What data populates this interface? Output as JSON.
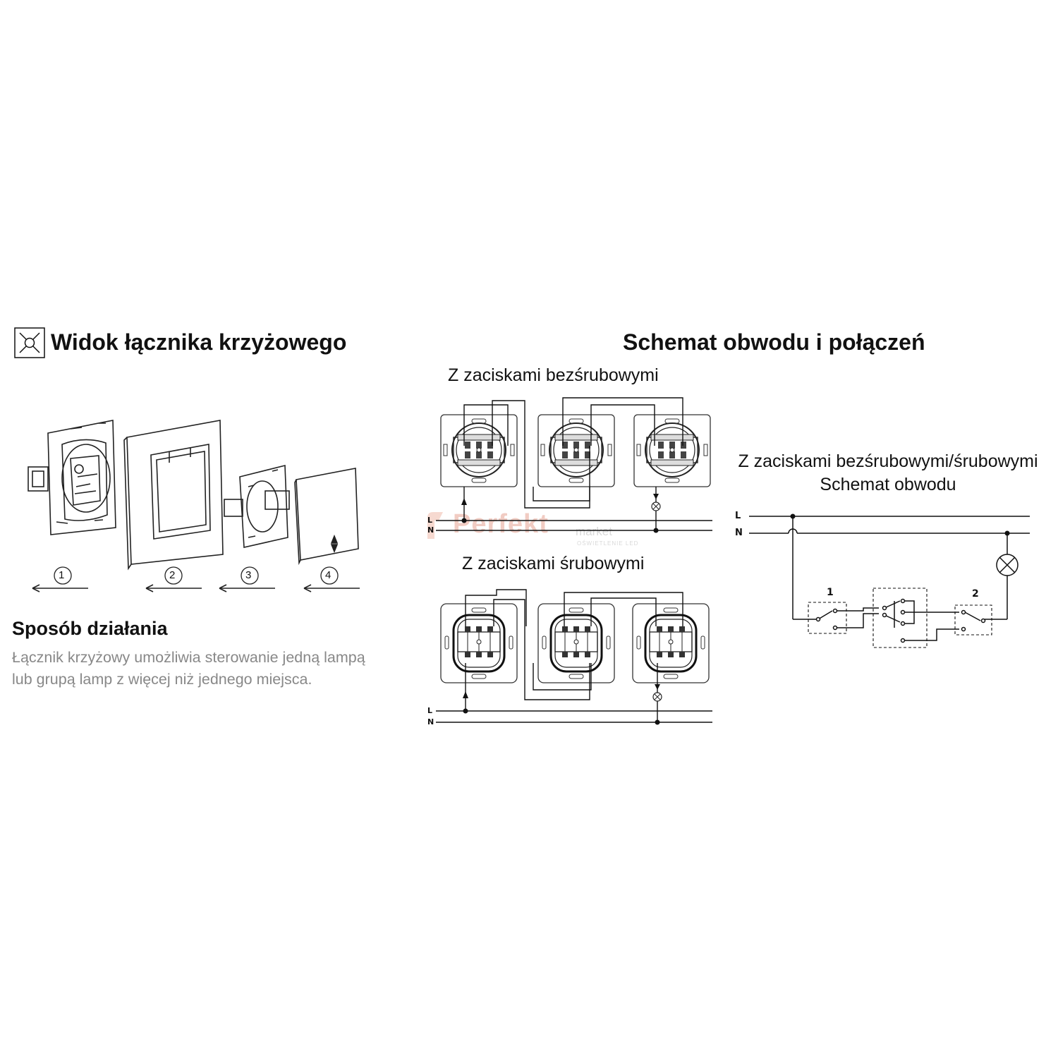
{
  "left": {
    "heading": "Widok łącznika krzyżowego",
    "icon": "cross-switch-symbol-icon",
    "steps": [
      "1",
      "2",
      "3",
      "4"
    ],
    "section_title": "Sposób działania",
    "description": [
      "Łącznik krzyżowy umożliwia sterowanie jedną lampą",
      "lub grupą lamp z więcej niż jednego miejsca."
    ]
  },
  "right": {
    "heading": "Schemat obwodu i połączeń",
    "screwless_title": "Z zaciskami bezśrubowymi",
    "screw_title": "Z zaciskami śrubowymi",
    "schematic_title_1": "Z zaciskami bezśrubowymi/śrubowymi",
    "schematic_title_2": "Schemat obwodu",
    "line_L": "L",
    "line_N": "N",
    "switch_1": "1",
    "switch_2": "2"
  },
  "watermark": {
    "brand": "Perfekt",
    "suffix": "market",
    "tagline": "OŚWIETLENIE LED"
  },
  "colors": {
    "text": "#111111",
    "muted": "#888888",
    "watermark": "#f1ccc3"
  }
}
